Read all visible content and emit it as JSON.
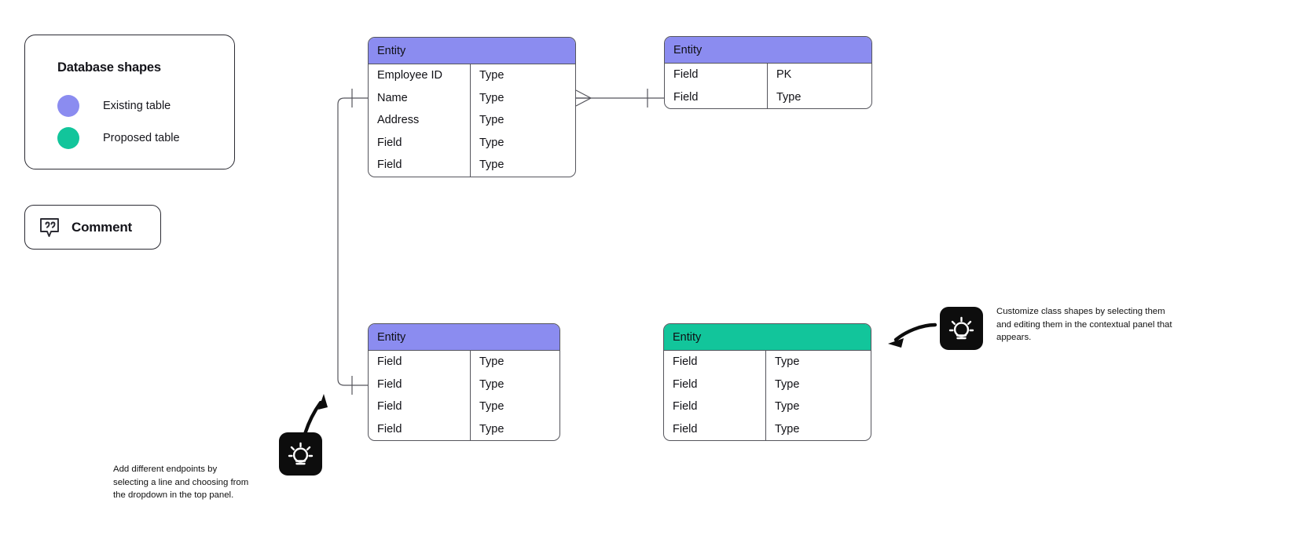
{
  "colors": {
    "existing_table": "#8b8cf0",
    "proposed_table": "#12c59b",
    "stroke": "#55555c",
    "badge_bg": "#0d0d0d",
    "canvas": "#ffffff"
  },
  "legend": {
    "title": "Database shapes",
    "items": [
      {
        "label": "Existing table",
        "color": "#8b8cf0",
        "icon": "circle-swatch-icon"
      },
      {
        "label": "Proposed table",
        "color": "#12c59b",
        "icon": "circle-swatch-icon"
      }
    ]
  },
  "comment_button": {
    "label": "Comment",
    "icon": "comment-bubble-icon"
  },
  "entities": [
    {
      "id": "entity-employee",
      "title": "Entity",
      "header_color": "#8b8cf0",
      "rows": [
        {
          "name": "Employee ID",
          "type": "Type"
        },
        {
          "name": "Name",
          "type": "Type"
        },
        {
          "name": "Address",
          "type": "Type"
        },
        {
          "name": "Field",
          "type": "Type"
        },
        {
          "name": "Field",
          "type": "Type"
        }
      ]
    },
    {
      "id": "entity-top-right",
      "title": "Entity",
      "header_color": "#8b8cf0",
      "rows": [
        {
          "name": "Field",
          "type": "PK"
        },
        {
          "name": "Field",
          "type": "Type"
        }
      ]
    },
    {
      "id": "entity-bottom-left",
      "title": "Entity",
      "header_color": "#8b8cf0",
      "rows": [
        {
          "name": "Field",
          "type": "Type"
        },
        {
          "name": "Field",
          "type": "Type"
        },
        {
          "name": "Field",
          "type": "Type"
        },
        {
          "name": "Field",
          "type": "Type"
        }
      ]
    },
    {
      "id": "entity-bottom-right",
      "title": "Entity",
      "header_color": "#12c59b",
      "rows": [
        {
          "name": "Field",
          "type": "Type"
        },
        {
          "name": "Field",
          "type": "Type"
        },
        {
          "name": "Field",
          "type": "Type"
        },
        {
          "name": "Field",
          "type": "Type"
        }
      ]
    }
  ],
  "connectors": [
    {
      "id": "employee-to-top-right",
      "from": "entity-employee",
      "to": "entity-top-right",
      "from_endpoint": "crows-foot",
      "to_endpoint": "one-tick"
    },
    {
      "id": "employee-to-bottom-left",
      "from": "entity-employee",
      "to": "entity-bottom-left",
      "from_endpoint": "one-tick",
      "to_endpoint": "one-tick"
    }
  ],
  "tips": [
    {
      "id": "tip-bottom",
      "icon": "lightbulb-icon",
      "text": "Add different endpoints by selecting a line and choosing from the dropdown in the top panel.",
      "lines": [
        "Add different endpoints by",
        "selecting a line and choosing from",
        "the dropdown in the top panel."
      ]
    },
    {
      "id": "tip-right",
      "icon": "lightbulb-icon",
      "text": "Customize class shapes by selecting them and editing them in the contextual panel that appears.",
      "lines": [
        "Customize class shapes by selecting them",
        "and editing them in the contextual panel that",
        "appears."
      ]
    }
  ]
}
